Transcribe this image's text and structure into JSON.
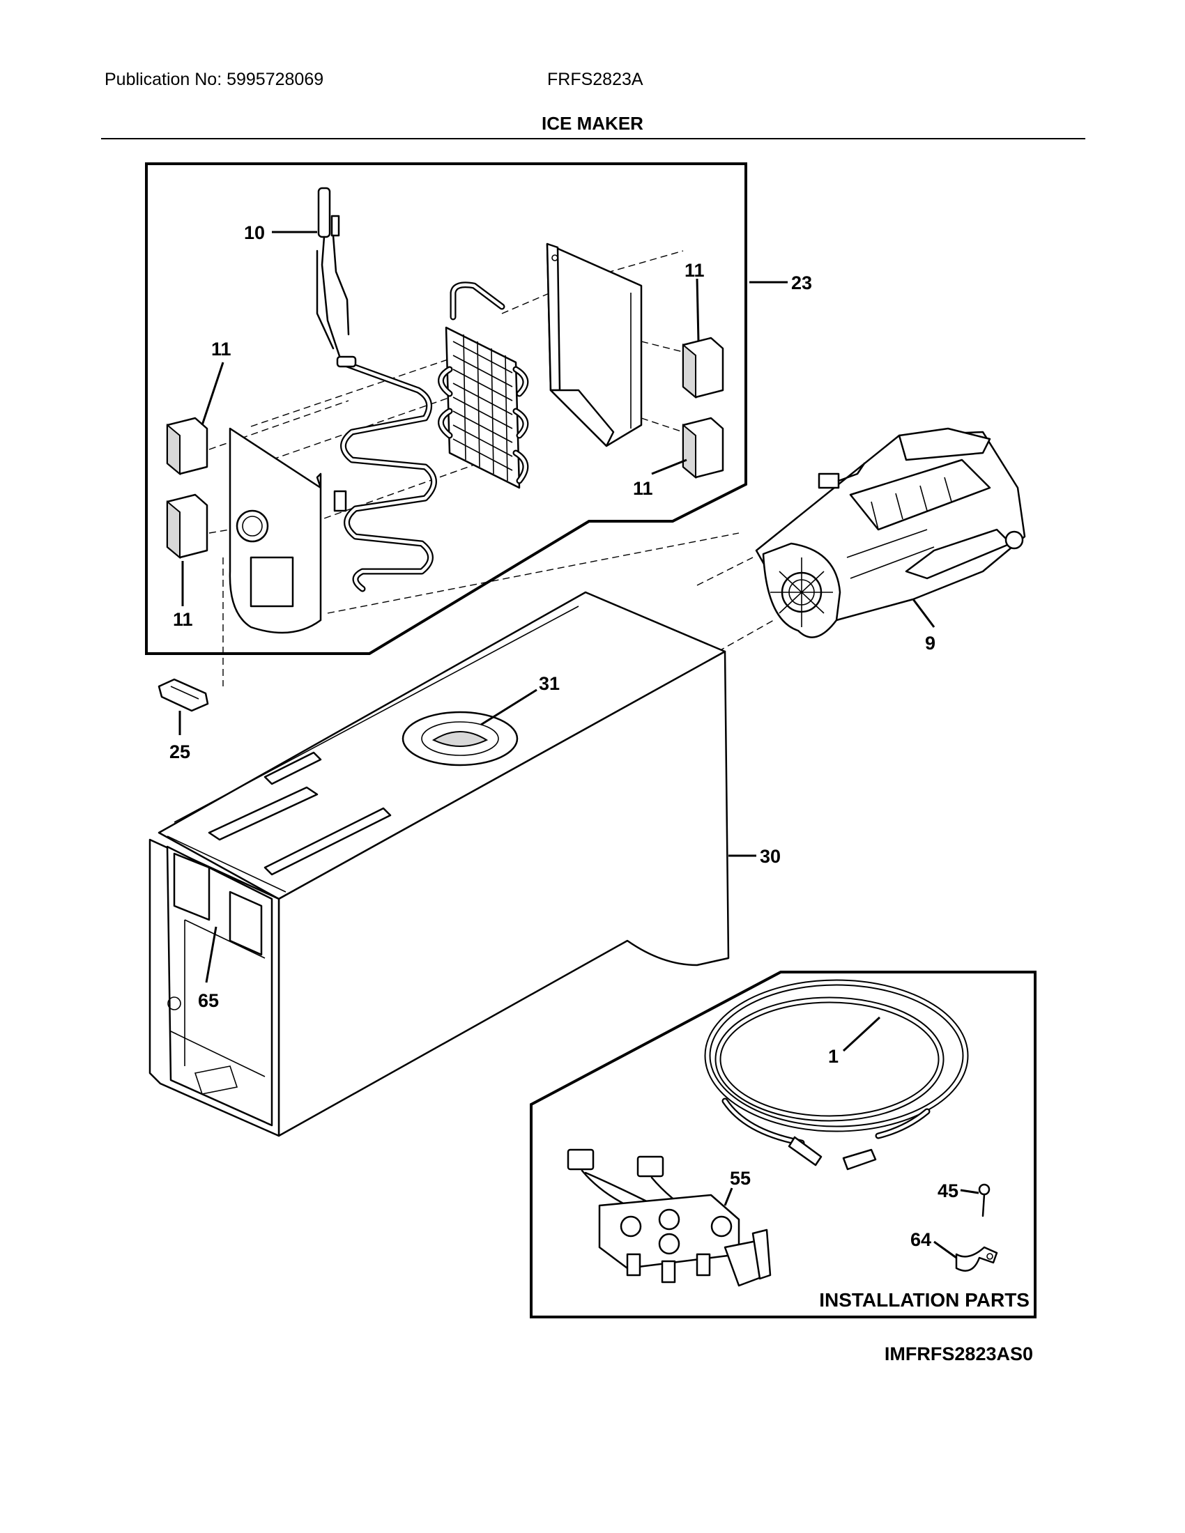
{
  "header": {
    "publication": "Publication No: 5995728069",
    "model": "FRFS2823A",
    "title": "ICE MAKER"
  },
  "callouts": {
    "p1": "1",
    "p9": "9",
    "p10": "10",
    "p11": "11",
    "p23": "23",
    "p25": "25",
    "p30": "30",
    "p31": "31",
    "p45": "45",
    "p55": "55",
    "p64": "64",
    "p65": "65"
  },
  "installation_label": "INSTALLATION PARTS",
  "drawing_id": "IMFRFS2823AS0"
}
